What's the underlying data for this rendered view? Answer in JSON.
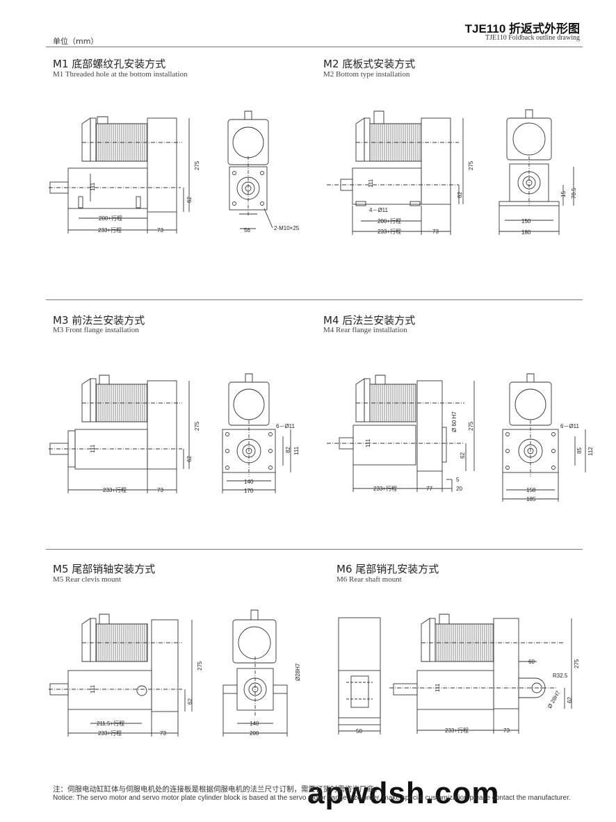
{
  "header": {
    "title": "TJE110 折返式外形图",
    "subtitle": "TJE110  Foldback outline drawing",
    "unit": "单位（mm）"
  },
  "sections": {
    "m1": {
      "zh": "M1 底部螺纹孔安装方式",
      "en": "M1 Threaded hole at the bottom installation",
      "dims": {
        "height": "275",
        "bore": "111",
        "axis": "62",
        "len1": "200+行程",
        "len2": "233+行程",
        "tail": "73",
        "w": "56",
        "screw": "2-M10×25"
      }
    },
    "m2": {
      "zh": "M2 底板式安装方式",
      "en": "M2 Bottom type installation",
      "dims": {
        "height": "275",
        "bore": "111",
        "axis": "62",
        "hole": "4－Ø11",
        "len1": "200+行程",
        "len2": "233+行程",
        "tail": "73",
        "h1": "15",
        "h2": "70.5",
        "w1": "150",
        "w2": "180"
      }
    },
    "m3": {
      "zh": "M3 前法兰安装方式",
      "en": "M3 Front flange installation",
      "dims": {
        "height": "275",
        "bore": "111",
        "axis": "62",
        "len": "233+行程",
        "tail": "73",
        "hole": "6－Ø11",
        "h1": "82",
        "h2": "111",
        "w1": "140",
        "w2": "170"
      }
    },
    "m4": {
      "zh": "M4 后法兰安装方式",
      "en": "M4 Rear flange installation",
      "dims": {
        "height": "275",
        "bore": "111",
        "axis": "62",
        "fit": "Ø 60 H7",
        "len": "233+行程",
        "tail": "77",
        "t1": "5",
        "t2": "20",
        "hole": "6－Ø11",
        "h1": "85",
        "h2": "112",
        "w1": "158",
        "w2": "185"
      }
    },
    "m5": {
      "zh": "M5 尾部销轴安装方式",
      "en": "M5 Rear clevis mount",
      "dims": {
        "height": "275",
        "bore": "111",
        "axis": "62",
        "len1": "211.5+行程",
        "len2": "233+行程",
        "tail": "73",
        "pin": "Ø28H7",
        "w1": "140",
        "w2": "200"
      }
    },
    "m6": {
      "zh": "M6 尾部销孔安装方式",
      "en": "M6 Rear shaft mount",
      "dims": {
        "height": "275",
        "bore": "111",
        "axis": "62",
        "r": "R32.5",
        "pin": "Ø 28H7",
        "off": "60",
        "len": "233+行程",
        "tail": "73",
        "w": "50"
      }
    }
  },
  "footer": {
    "zh": "注：伺服电动缸缸体与伺服电机处的连接板是根据伺服电机的法兰尺寸订制，需要订货时需咨询厂商。",
    "en": "Notice: The servo motor and servo motor plate cylinder block is based at the servo motor flange size order, make special customization please contact the manufacturer."
  },
  "watermark": "apwdsh.com"
}
